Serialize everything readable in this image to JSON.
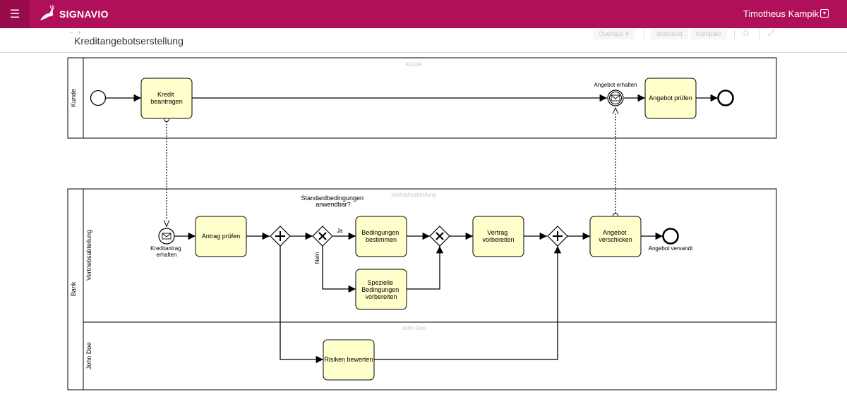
{
  "app": {
    "brand": "SIGNAVIO",
    "user_name": "Timotheus Kampik",
    "menu_glyph": "☰"
  },
  "colors": {
    "header": "#b01059",
    "task_fill": "#ffffcc",
    "lane_label": "#c8c8c8"
  },
  "toolbar": {
    "overlays_label": "Overlays",
    "standard_label": "Standard",
    "kompakt_label": "Kompakt"
  },
  "page_title": "Kreditangebotserstellung",
  "diagram": {
    "pool_kunde": {
      "label": "Kunde",
      "watermark": "Kunde"
    },
    "pool_bank": {
      "label": "Bank"
    },
    "lane_vertrieb": {
      "label": "Vertriebsabteilung",
      "watermark": "Vertriebsabteilung"
    },
    "lane_john": {
      "label": "John Doe",
      "watermark": "John Doe"
    },
    "tasks": {
      "kredit_beantragen": [
        "Kredit",
        "beantragen"
      ],
      "angebot_pruefen": [
        "Angebot prüfen"
      ],
      "antrag_pruefen": [
        "Antrag prüfen"
      ],
      "bedingungen_bestimmen": [
        "Bedingungen",
        "bestimmen"
      ],
      "spezielle_bedingungen": [
        "Spezielle",
        "Bedingungen",
        "vorbereiten"
      ],
      "vertrag_vorbereiten": [
        "Vertrag",
        "vorbereiten"
      ],
      "angebot_verschicken": [
        "Angebot",
        "verschicken"
      ],
      "risiken_bewerten": [
        "Risiken bewerten"
      ]
    },
    "events": {
      "angebot_erhalten": "Angebot erhalten",
      "kreditantrag_erhalten": [
        "Kreditantrag",
        "erhalten"
      ],
      "angebot_versandt": "Angebot versandt"
    },
    "gateway_question": [
      "Standardbedingungen",
      "anwendbar?"
    ],
    "flow_ja": "Ja",
    "flow_nein": "Nein"
  }
}
